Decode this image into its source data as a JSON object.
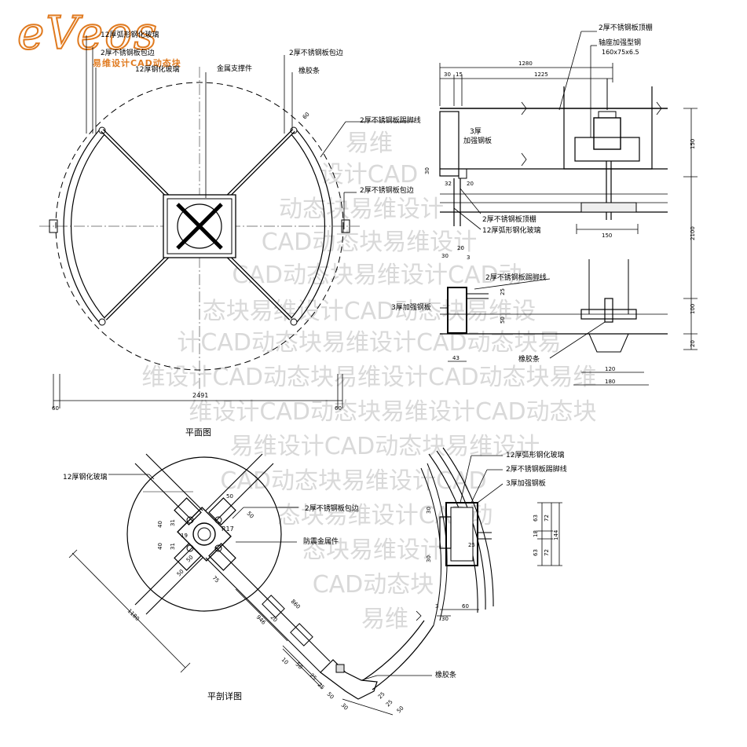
{
  "logo": {
    "word": "eVeos",
    "tagline": "易维设计CAD动态块"
  },
  "plan_view": {
    "title": "平面图",
    "labels": {
      "arc_glass_12": "12厚弧形钢化玻璃",
      "ss_edge_top_left": "2厚不锈钢板包边",
      "tempered_glass_12": "12厚钢化玻璃",
      "metal_support": "金属支撑件",
      "ss_edge_top_right": "2厚不锈钢板包边",
      "rubber_strip": "橡胶条",
      "ss_skirting": "2厚不锈钢板踢脚线",
      "ss_edge_right": "2厚不锈钢板包边"
    },
    "dims": {
      "overall": "2491",
      "left_end": "60",
      "right_end": "60",
      "corner": "60"
    }
  },
  "section_detail": {
    "labels": {
      "ss_ceiling_top": "2厚不锈钢板顶棚",
      "bearing_seat": "轴座加强型钢",
      "bearing_spec": "160x75x6.5",
      "plate_3": "3厚",
      "reinforced_plate": "加强钢板",
      "ss_ceiling": "2厚不锈钢板顶棚",
      "arc_glass": "12厚弧形钢化玻璃",
      "ss_skirting": "2厚不锈钢板踢脚线",
      "reinforced_3": "3厚加强钢板",
      "rubber": "橡胶条"
    },
    "dims": {
      "d1280": "1280",
      "d30": "30",
      "d15": "15",
      "d1225": "1225",
      "d150": "150",
      "d2100": "2100",
      "d100": "100",
      "d20": "20",
      "d32": "32",
      "d20b": "20",
      "d30b": "30",
      "d20c": "20",
      "d3": "3",
      "d25": "25",
      "d50": "50",
      "d43": "43",
      "d150b": "150",
      "d120": "120",
      "d180": "180",
      "d30c": "30"
    }
  },
  "plan_detail": {
    "title": "平剖详图",
    "labels": {
      "tempered_glass_12": "12厚钢化玻璃",
      "ss_edge": "2厚不锈钢板包边",
      "shockproof": "防震金属件",
      "rubber": "橡胶条",
      "radius": "R17"
    },
    "dims": {
      "d50a": "50",
      "d50b": "50",
      "d40a": "40",
      "d31a": "31",
      "d19": "19",
      "d40b": "40",
      "d31b": "31",
      "d50c": "50",
      "d50d": "50",
      "d75": "75",
      "d946": "946",
      "d20": "20",
      "d860": "860",
      "d1180": "1180",
      "d10": "10",
      "d50e": "50",
      "d25a": "25",
      "d25b": "25",
      "d50f": "50",
      "d30": "30",
      "d25c": "25",
      "d25d": "25",
      "d50g": "50"
    }
  },
  "joint_detail": {
    "labels": {
      "arc_glass": "12厚弧形钢化玻璃",
      "ss_skirting": "2厚不锈钢板踢脚线",
      "reinforced_3": "3厚加强钢板"
    },
    "dims": {
      "d30a": "30",
      "d30b": "30",
      "d25": "25",
      "d63a": "63",
      "d18": "18",
      "d63b": "63",
      "d72a": "72",
      "d72b": "72",
      "d144": "144",
      "d3": "3",
      "d30c": "30",
      "d60": "60"
    }
  },
  "watermark": {
    "lines": [
      "易维",
      "设计CAD",
      "动态块易维设计",
      "CAD动态块易维设计",
      "CAD动态块易维设计CAD动",
      "态块易维设计CAD动态块易维设",
      "计CAD动态块易维设计CAD动态块易",
      "维设计CAD动态块易维设计CAD动态块易维",
      "维设计CAD动态块易维设计CAD动态块",
      "易维设计CAD动态块易维设计",
      "CAD动态块易维设计CAD",
      "态块易维设计CAD动",
      "态块易维设计",
      "CAD动态块",
      "易维"
    ]
  }
}
